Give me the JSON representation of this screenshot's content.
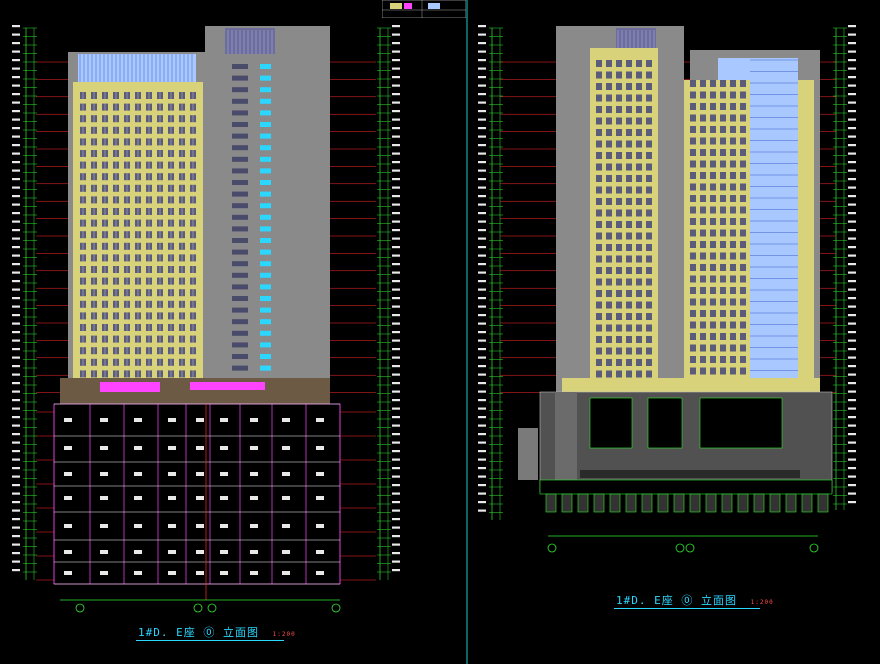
{
  "drawing": {
    "left_caption": "1#D. E座",
    "left_caption_view": "立面图",
    "left_scale": "1:200",
    "right_caption": "1#D. E座",
    "right_caption_view": "立面图",
    "right_scale": "1:200"
  },
  "colors": {
    "background": "#000000",
    "wall_yellow": "#d8d27a",
    "wall_grey": "#8a8a8a",
    "curtain_blue": "#a9c8ff",
    "accent_cyan": "#2bd6ff",
    "grid_green": "#2ee82e",
    "level_red": "#ff2a2a",
    "frame_magenta": "#ff44ff",
    "divider_cyan": "#19c7c7"
  },
  "icons": {
    "north_axis": "circle-axis-icon"
  }
}
